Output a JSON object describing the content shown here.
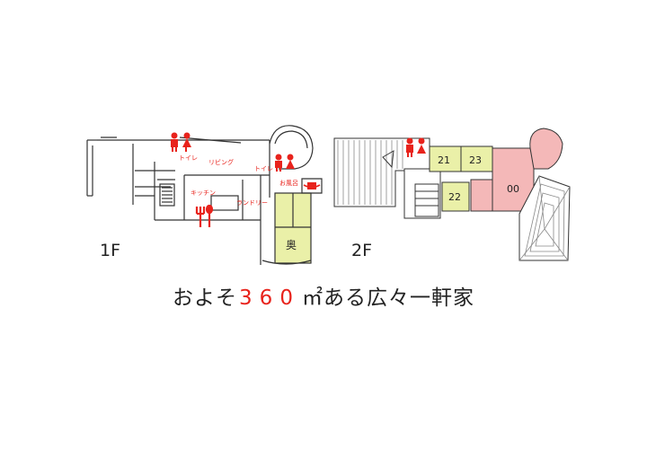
{
  "floors": {
    "first": {
      "label": "1F",
      "rooms": {
        "toilet_a": "トイレ",
        "living": "リビング",
        "toilet_b": "トイレ",
        "bath": "お風呂",
        "kitchen": "キッチン",
        "laundry": "ランドリー",
        "back_room": "奥"
      }
    },
    "second": {
      "label": "2F",
      "rooms": {
        "r21": "21",
        "r23": "23",
        "r22": "22",
        "r00": "00"
      }
    }
  },
  "caption": {
    "prefix": "およそ",
    "number": "360",
    "suffix": "㎡ある広々一軒家"
  },
  "colors": {
    "room_green": "#eaf0a8",
    "room_pink": "#f4b8b8",
    "accent_red": "#e8231c",
    "wall": "#333333"
  }
}
